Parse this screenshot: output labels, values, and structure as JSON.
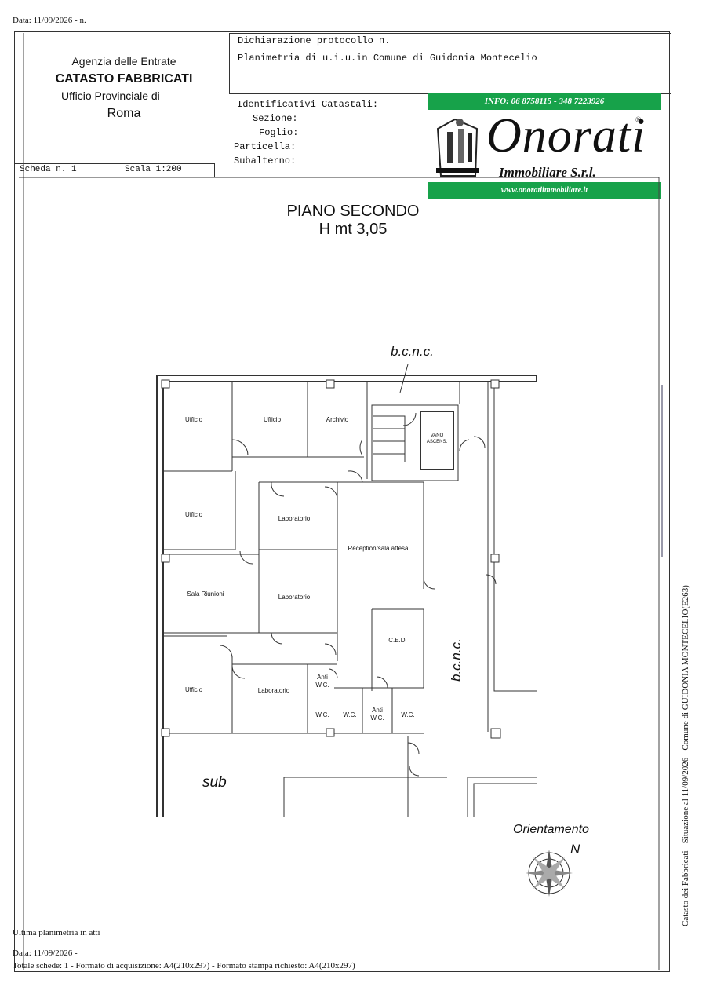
{
  "header": {
    "date_line": "Data: 11/09/2026 - n.",
    "agency": "Agenzia delle Entrate",
    "catasto": "CATASTO FABBRICATI",
    "ufficio": "Ufficio Provinciale di",
    "city": "Roma"
  },
  "protocol": {
    "line1": "Dichiarazione protocollo n.",
    "line2": "Planimetria di u.i.u.in Comune di Guidonia Montecelio"
  },
  "identificativi": {
    "title": "Identificativi Catastali:",
    "sezione": "Sezione:",
    "foglio": "Foglio:",
    "particella": "Particella:",
    "subalterno": "Subalterno:"
  },
  "scheda": {
    "scheda": "Scheda n. 1",
    "scala": "Scala 1:200"
  },
  "logo": {
    "info": "INFO: 06 8758115 - 348 7223926",
    "brand": "Onorati",
    "registered": "®",
    "sub": "Immobiliare S.r.l.",
    "web": "www.onoratiimmobiliare.it"
  },
  "plan": {
    "title": "PIANO SECONDO",
    "height": "H mt 3,05",
    "bcnc_top": "b.c.n.c.",
    "bcnc_side": "b.c.n.c.",
    "sub": "sub",
    "orientation": "Orientamento",
    "north": "N",
    "rooms": {
      "ufficio1": "Ufficio",
      "ufficio2": "Ufficio",
      "archivio": "Archivio",
      "vano": "VANO",
      "ascens": "ASCENS.",
      "ufficio3": "Ufficio",
      "laboratorio1": "Laboratorio",
      "reception": "Reception/sala attesa",
      "sala_riunioni": "Sala Riunioni",
      "laboratorio2": "Laboratorio",
      "ced": "C.E.D.",
      "ufficio4": "Ufficio",
      "laboratorio3": "Laboratorio",
      "anti_wc1": "Anti",
      "anti_wc1b": "W.C.",
      "wc1": "W.C.",
      "wc2": "W.C.",
      "anti_wc2": "Anti",
      "anti_wc2b": "W.C.",
      "wc3": "W.C."
    }
  },
  "side_note": "Catasto dei Fabbricati - Situazione al 11/09/2026 - Comune di GUIDONIA MONTECELIO(E263) -",
  "footer": {
    "line1": "Ultima planimetria in atti",
    "line2": "Data: 11/09/2026 -",
    "line3": "Totale schede: 1 - Formato di acquisizione: A4(210x297)  - Formato stampa richiesto: A4(210x297)"
  }
}
